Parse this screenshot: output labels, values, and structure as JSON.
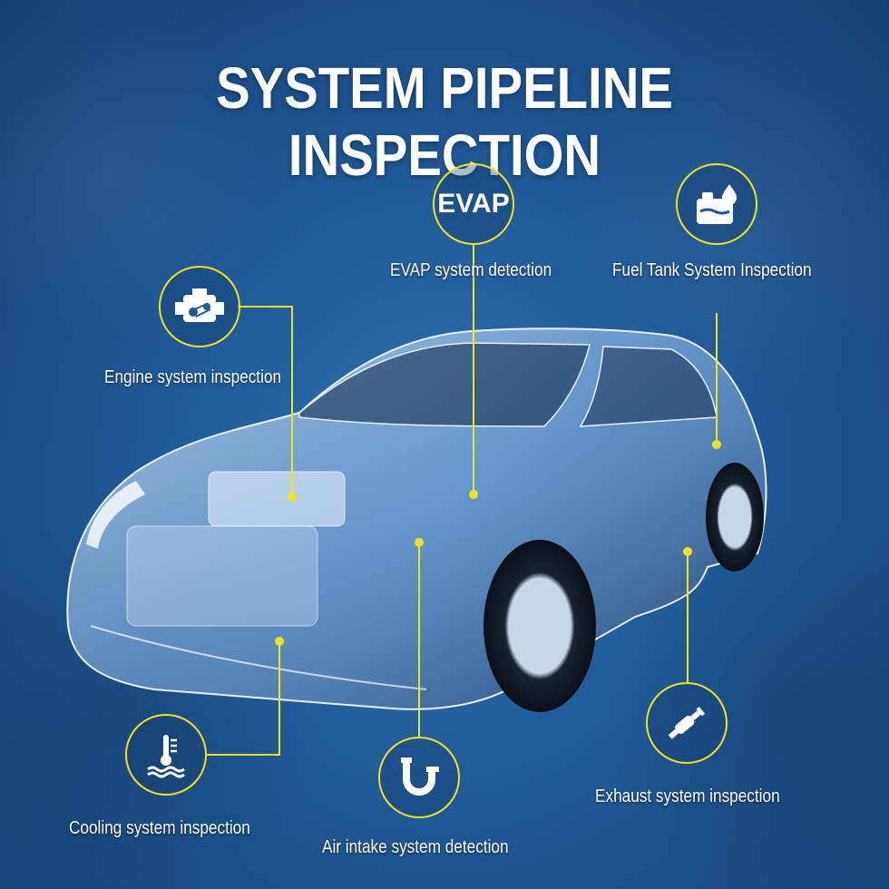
{
  "title": "SYSTEM PIPELINE INSPECTION",
  "accent_color": "#f2e21a",
  "features": {
    "evap": {
      "label": "EVAP system detection",
      "icon": "evap-icon",
      "icon_text": "EVAP"
    },
    "fuel_tank": {
      "label": "Fuel Tank System Inspection",
      "icon": "fuel-tank-icon"
    },
    "engine": {
      "label": "Engine system inspection",
      "icon": "engine-icon"
    },
    "cooling": {
      "label": "Cooling system inspection",
      "icon": "coolant-temperature-icon"
    },
    "air_intake": {
      "label": "Air intake system detection",
      "icon": "pipe-icon"
    },
    "exhaust": {
      "label": "Exhaust system inspection",
      "icon": "exhaust-pipe-icon"
    }
  }
}
